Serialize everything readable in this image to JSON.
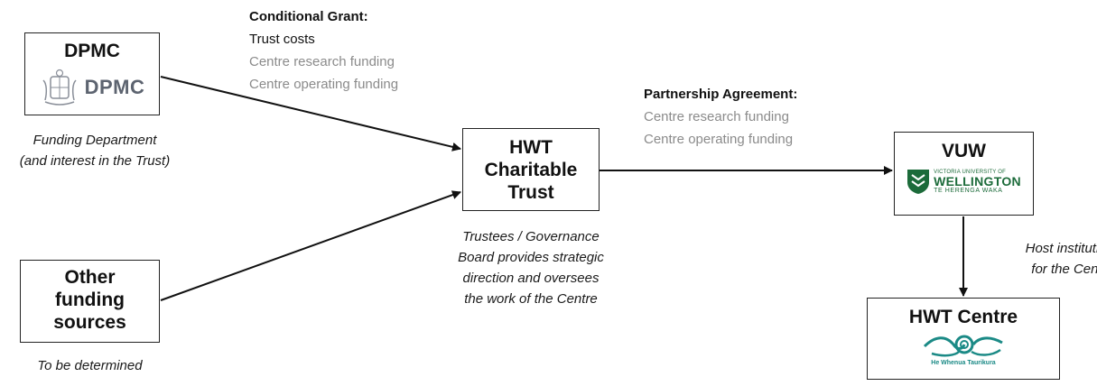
{
  "dpmc": {
    "title": "DPMC",
    "logo_text": "DPMC",
    "caption_1": "Funding Department",
    "caption_2": "(and interest in the Trust)"
  },
  "other": {
    "title_1": "Other",
    "title_2": "funding",
    "title_3": "sources",
    "caption": "To be determined"
  },
  "hwt_trust": {
    "title_1": "HWT",
    "title_2": "Charitable",
    "title_3": "Trust",
    "caption_1": "Trustees / Governance",
    "caption_2": "Board provides strategic",
    "caption_3": "direction and oversees",
    "caption_4": "the work of the Centre"
  },
  "vuw": {
    "title": "VUW",
    "logo_line_1": "VICTORIA UNIVERSITY OF",
    "logo_line_2": "WELLINGTON",
    "logo_line_3": "TE HERENGA WAKA",
    "caption_1": "Host institution",
    "caption_2": "for the Centre"
  },
  "hwt_centre": {
    "title": "HWT Centre",
    "logo_text": "He Whenua Taurikura"
  },
  "conditional_grant": {
    "heading": "Conditional Grant:",
    "items": [
      "Trust costs",
      "Centre research funding",
      "Centre operating funding"
    ]
  },
  "partnership": {
    "heading": "Partnership Agreement:",
    "items": [
      "Centre research funding",
      "Centre operating funding"
    ]
  },
  "colors": {
    "vuw_green": "#1c6b3a",
    "centre_teal": "#1b8a86",
    "dpmc_grey": "#5d6470",
    "muted_text": "#8b8b8b"
  }
}
